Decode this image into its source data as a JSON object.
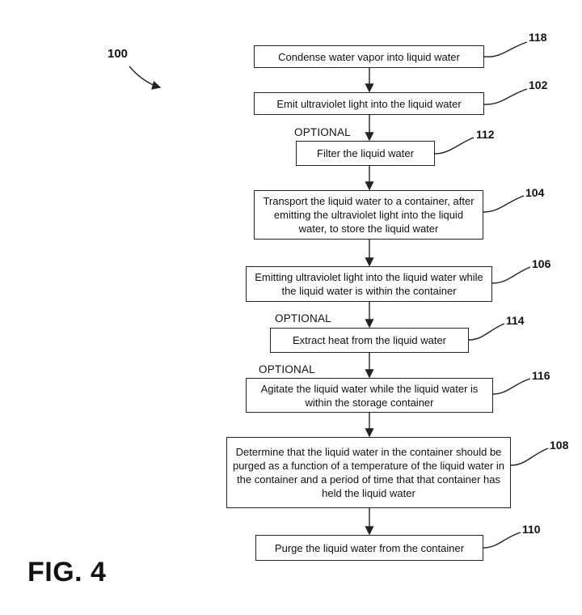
{
  "figure": {
    "label": "FIG. 4",
    "reference": "100"
  },
  "steps": [
    {
      "ref": "118",
      "text": "Condense water vapor into liquid water"
    },
    {
      "ref": "102",
      "text": "Emit ultraviolet light into the liquid water"
    },
    {
      "ref": "112",
      "text": "Filter the liquid water",
      "tag": "OPTIONAL"
    },
    {
      "ref": "104",
      "text": "Transport the liquid water to a container, after emitting the ultraviolet light into the liquid water, to store the liquid water"
    },
    {
      "ref": "106",
      "text": "Emitting ultraviolet light into the liquid water while the liquid water is within the container"
    },
    {
      "ref": "114",
      "text": "Extract heat from the liquid water",
      "tag": "OPTIONAL"
    },
    {
      "ref": "116",
      "text": "Agitate the liquid water while the liquid water is within the storage container",
      "tag": "OPTIONAL"
    },
    {
      "ref": "108",
      "text": "Determine that the liquid water in the container should be purged as a function of a temperature of the liquid water in the container and a period of time that that container has held the liquid water"
    },
    {
      "ref": "110",
      "text": "Purge the liquid water from the container"
    }
  ]
}
